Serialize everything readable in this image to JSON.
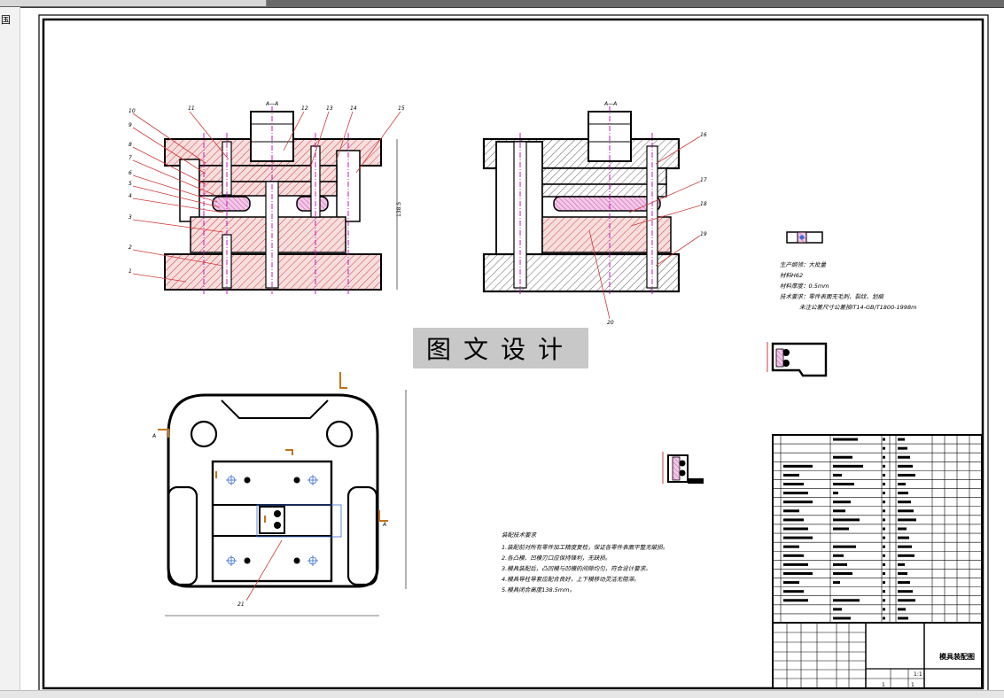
{
  "app": {
    "tab_glyph": "国"
  },
  "views": {
    "section_a_left": "A—A",
    "section_a_right": "A—A",
    "part_labels_left": [
      "1",
      "2",
      "3",
      "4",
      "5",
      "6",
      "7",
      "8",
      "9",
      "10",
      "11",
      "12",
      "13",
      "14",
      "15"
    ],
    "part_labels_right": [
      "16",
      "17",
      "18",
      "19",
      "20"
    ],
    "plan_label": "21",
    "section_marks": [
      "A",
      "A"
    ]
  },
  "watermark": "图文设计",
  "part_info": {
    "lines": [
      "生产纲领：大批量",
      "材料H62",
      "材料厚度：0.5mm",
      "技术要求：零件表面无毛刺、裂纹、划痕",
      "未注公差尺寸公差按IT14-GB/T1800-1998m"
    ]
  },
  "tech_notes": {
    "title": "装配技术要求",
    "items": [
      "1.装配前对所有零件加工精度复检，保证各零件表面平整无破损。",
      "2.各凸模、凹模刃口应保持锋利，无缺损。",
      "3.模具装配后，凸凹模与凹模的间隙均匀，符合设计要求。",
      "4.模具导柱导套应配合良好，上下模移动灵活无阻滞。",
      "5.模具闭合高度138.5mm。"
    ]
  },
  "title_block": {
    "drawing_title": "模具装配图",
    "scale": "1:1",
    "sheet": "1",
    "sheets_total": "1"
  }
}
